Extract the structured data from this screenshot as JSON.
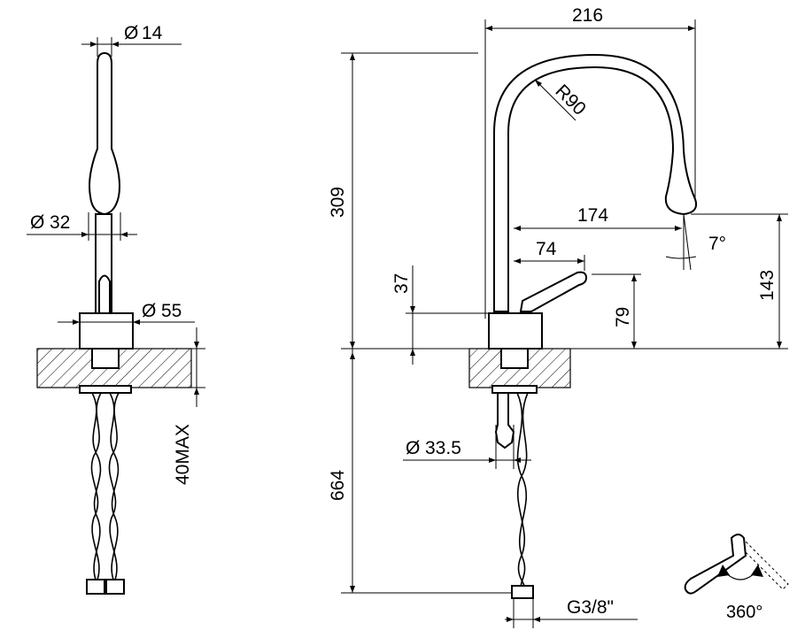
{
  "side_view": {
    "dim_spout_diameter": "14",
    "dim_body_diameter": "32",
    "dim_base_diameter": "55",
    "dim_max_thickness": "40MAX"
  },
  "front_view": {
    "dim_reach_total": "216",
    "dim_spout_radius": "R90",
    "dim_reach_174": "174",
    "dim_reach_74": "74",
    "dim_angle": "7°",
    "dim_height_309": "309",
    "dim_height_143": "143",
    "dim_height_37": "37",
    "dim_height_79": "79",
    "dim_hose_length": "664",
    "dim_fitting_diameter": "33.5",
    "dim_thread": "G3/8\""
  },
  "rotation_icon": {
    "label": "360°"
  }
}
